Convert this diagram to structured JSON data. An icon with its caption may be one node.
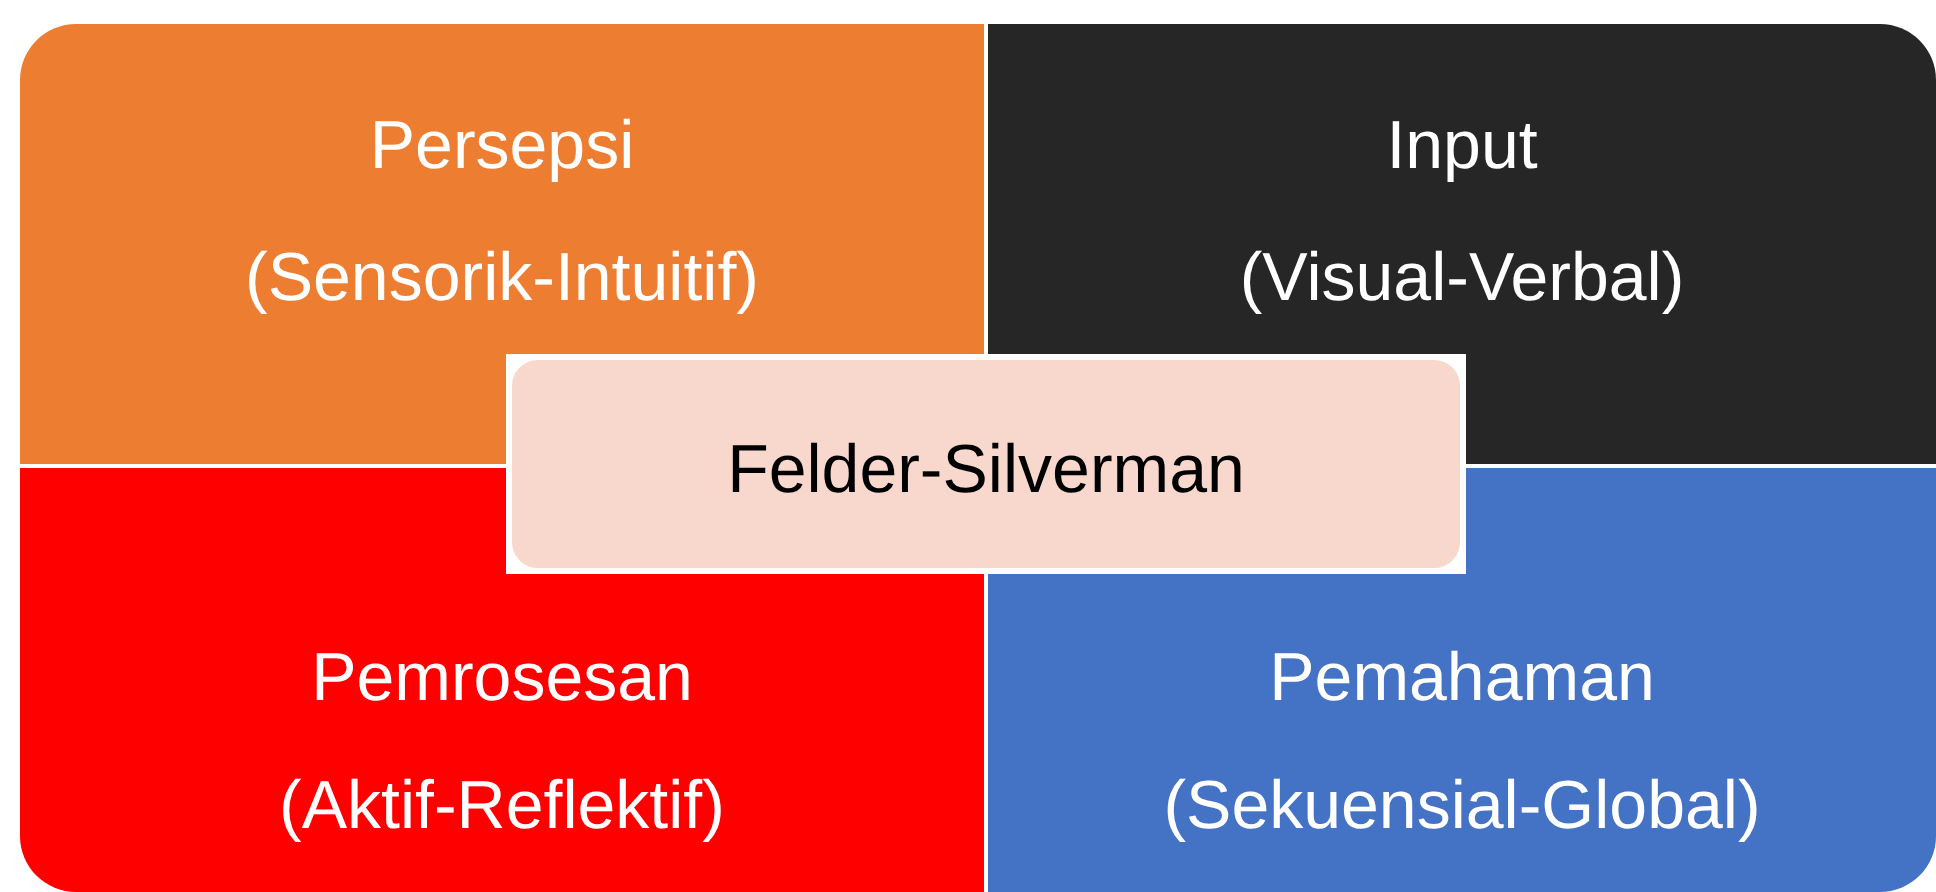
{
  "diagram": {
    "nodes": [
      {
        "text": [
          "Persepsi",
          "(Sensorik-Intuitif)"
        ]
      },
      {
        "text": [
          "Input",
          "(Visual-Verbal)"
        ]
      },
      {
        "text": [
          "Felder-Silverman"
        ]
      },
      {
        "text": [
          "Pemrosesan",
          "(Aktif-Reflektif)"
        ]
      },
      {
        "text": [
          "Pemahaman",
          "(Sekuensial-Global)"
        ]
      }
    ],
    "edges": []
  }
}
